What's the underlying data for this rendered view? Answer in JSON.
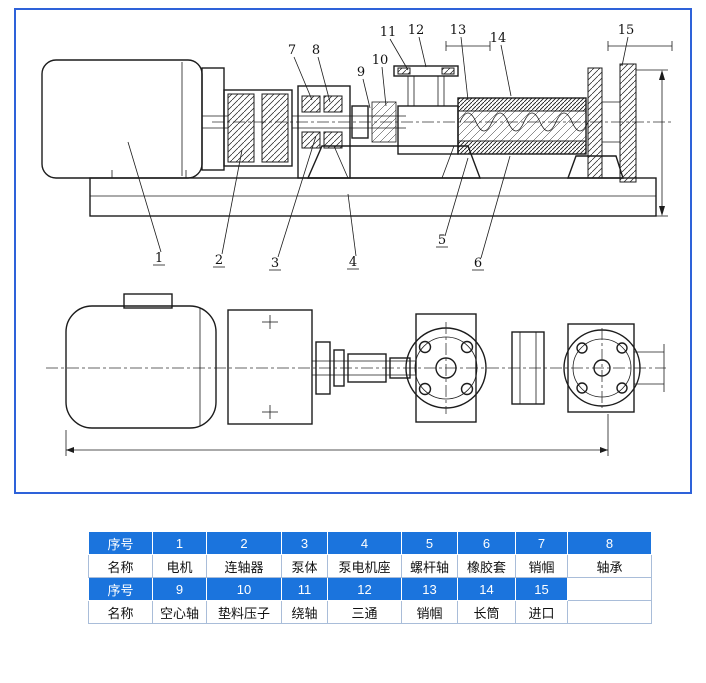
{
  "frame": {
    "border_color": "#2e62d9"
  },
  "callouts": {
    "c1": "1",
    "c2": "2",
    "c3": "3",
    "c4": "4",
    "c5": "5",
    "c6": "6",
    "c7": "7",
    "c8": "8",
    "c9": "9",
    "c10": "10",
    "c11": "11",
    "c12": "12",
    "c13": "13",
    "c14": "14",
    "c15": "15"
  },
  "table": {
    "header_color": "#1b74dd",
    "rows": [
      {
        "label": "序号",
        "cells": [
          "1",
          "2",
          "3",
          "4",
          "5",
          "6",
          "7",
          "8"
        ]
      },
      {
        "label": "名称",
        "cells": [
          "电机",
          "连轴器",
          "泵体",
          "泵电机座",
          "螺杆轴",
          "橡胶套",
          "销帼",
          "轴承"
        ]
      },
      {
        "label": "序号",
        "cells": [
          "9",
          "10",
          "11",
          "12",
          "13",
          "14",
          "15",
          ""
        ]
      },
      {
        "label": "名称",
        "cells": [
          "空心轴",
          "垫料压子",
          "绕轴",
          "三通",
          "销帼",
          "长筒",
          "进口",
          ""
        ]
      }
    ]
  }
}
